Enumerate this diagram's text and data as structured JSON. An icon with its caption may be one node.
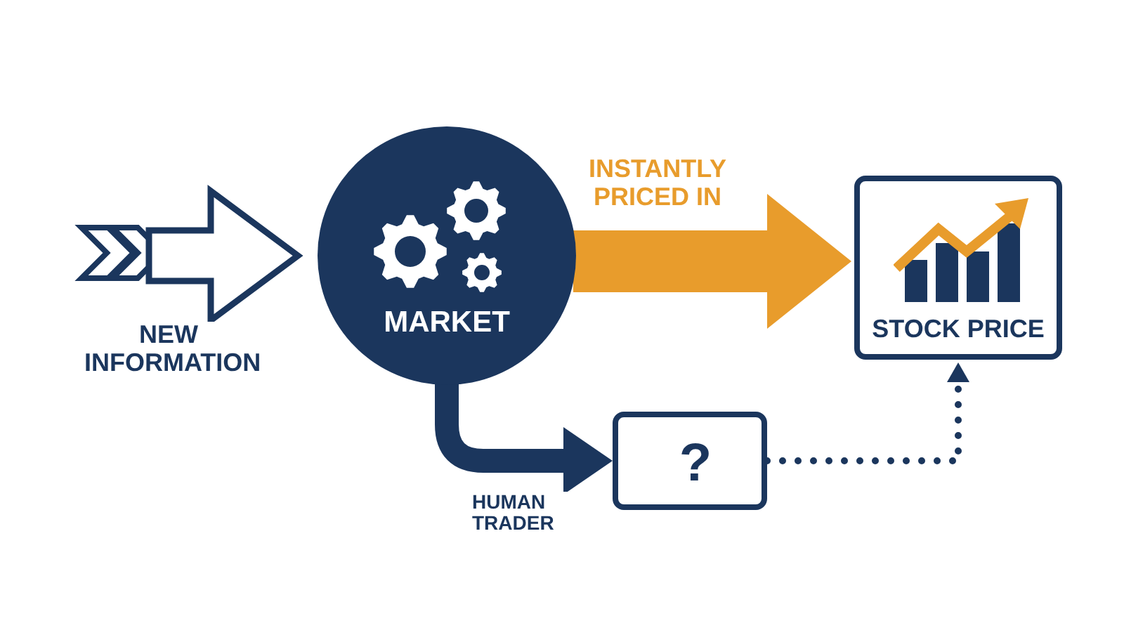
{
  "diagram": {
    "nodes": [
      {
        "text": [
          "MARKET"
        ]
      },
      {
        "text": [
          "STOCK PRICE"
        ]
      },
      {
        "text": [
          "?"
        ]
      }
    ],
    "edges": [
      {
        "from": null,
        "to": 0,
        "arrow": "to",
        "label": "NEW INFORMATION",
        "style": "thick"
      },
      {
        "from": 0,
        "to": 1,
        "arrow": "to",
        "label": "INSTANTLY PRICED IN",
        "style": "thick",
        "color": "#e89c2c"
      },
      {
        "from": 0,
        "to": 2,
        "arrow": "to",
        "label": "HUMAN TRADER"
      },
      {
        "from": 2,
        "to": 1,
        "arrow": "to",
        "style": "dashed"
      }
    ]
  }
}
